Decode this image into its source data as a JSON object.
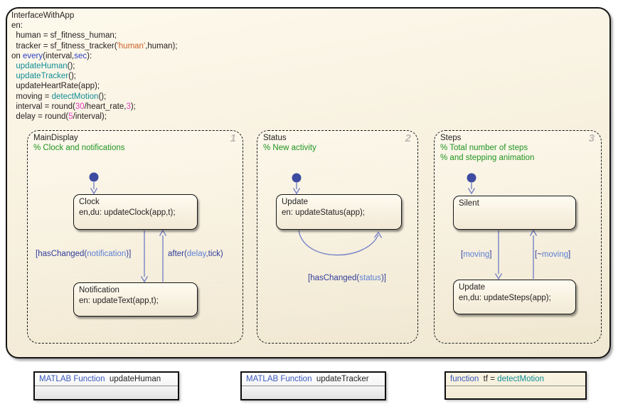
{
  "colors": {
    "text": "#231f20",
    "keyword": "#2c41c4",
    "function": "#108d96",
    "string": "#c9602a",
    "number": "#e13fc2",
    "comment": "#219421",
    "trans_dark": "#2f3d9b",
    "trans_light": "#5c7fd4",
    "arrow": "#7683c6",
    "dot": "#3d4ca0",
    "hdr_blue": "#3757bb",
    "badge": "#bdbab4"
  },
  "root": {
    "name": "InterfaceWithApp",
    "header_lines": [
      [
        {
          "t": "InterfaceWithApp",
          "c": "plain"
        }
      ],
      [
        {
          "t": "en:",
          "c": "plain"
        }
      ],
      [
        {
          "t": "  human = sf_fitness_human;",
          "c": "plain"
        }
      ],
      [
        {
          "t": "  tracker = sf_fitness_tracker(",
          "c": "plain"
        },
        {
          "t": "'human'",
          "c": "str"
        },
        {
          "t": ",human);",
          "c": "plain"
        }
      ],
      [
        {
          "t": "on ",
          "c": "plain"
        },
        {
          "t": "every",
          "c": "kw"
        },
        {
          "t": "(interval,",
          "c": "plain"
        },
        {
          "t": "sec",
          "c": "kw"
        },
        {
          "t": "):",
          "c": "plain"
        }
      ],
      [
        {
          "t": "  ",
          "c": "plain"
        },
        {
          "t": "updateHuman",
          "c": "fn"
        },
        {
          "t": "();",
          "c": "plain"
        }
      ],
      [
        {
          "t": "  ",
          "c": "plain"
        },
        {
          "t": "updateTracker",
          "c": "fn"
        },
        {
          "t": "();",
          "c": "plain"
        }
      ],
      [
        {
          "t": "  updateHeartRate(app);",
          "c": "plain"
        }
      ],
      [
        {
          "t": "  moving = ",
          "c": "plain"
        },
        {
          "t": "detectMotion",
          "c": "fn"
        },
        {
          "t": "();",
          "c": "plain"
        }
      ],
      [
        {
          "t": "  interval = round(",
          "c": "plain"
        },
        {
          "t": "30",
          "c": "num"
        },
        {
          "t": "/heart_rate,",
          "c": "plain"
        },
        {
          "t": "3",
          "c": "num"
        },
        {
          "t": ");",
          "c": "plain"
        }
      ],
      [
        {
          "t": "  delay = round(",
          "c": "plain"
        },
        {
          "t": "5",
          "c": "num"
        },
        {
          "t": "/interval);",
          "c": "plain"
        }
      ]
    ]
  },
  "substates": [
    {
      "name": "MainDisplay",
      "number": "1",
      "comments": [
        "% Clock and notifications"
      ],
      "states": [
        {
          "name": "Clock",
          "action": "en,du: updateClock(app,t);"
        },
        {
          "name": "Notification",
          "action": "en: updateText(app,t);"
        }
      ],
      "labels": [
        [
          {
            "t": "[hasChanged(",
            "c": "tkw"
          },
          {
            "t": "notification",
            "c": "tdata"
          },
          {
            "t": ")]",
            "c": "tkw"
          }
        ],
        [
          {
            "t": "after(",
            "c": "tkw"
          },
          {
            "t": "delay",
            "c": "tdata"
          },
          {
            "t": ",tick)",
            "c": "tkw"
          }
        ]
      ]
    },
    {
      "name": "Status",
      "number": "2",
      "comments": [
        "% New activity"
      ],
      "states": [
        {
          "name": "Update",
          "action": "en: updateStatus(app);"
        }
      ],
      "labels": [
        [
          {
            "t": "[hasChanged(",
            "c": "tkw"
          },
          {
            "t": "status",
            "c": "tdata"
          },
          {
            "t": ")]",
            "c": "tkw"
          }
        ]
      ]
    },
    {
      "name": "Steps",
      "number": "3",
      "comments": [
        "% Total number of steps",
        "% and stepping animation"
      ],
      "states": [
        {
          "name": "Silent",
          "action": ""
        },
        {
          "name": "Update",
          "action": "en,du: updateSteps(app);"
        }
      ],
      "labels": [
        [
          {
            "t": "[",
            "c": "tkw"
          },
          {
            "t": "moving",
            "c": "tdata"
          },
          {
            "t": "]",
            "c": "tkw"
          }
        ],
        [
          {
            "t": "[~",
            "c": "tkw"
          },
          {
            "t": "moving",
            "c": "tdata"
          },
          {
            "t": "]",
            "c": "tkw"
          }
        ]
      ]
    }
  ],
  "functions": [
    {
      "header": [
        {
          "t": "MATLAB Function",
          "c": "hdr"
        },
        {
          "t": "  updateHuman",
          "c": "plain"
        }
      ]
    },
    {
      "header": [
        {
          "t": "MATLAB Function",
          "c": "hdr"
        },
        {
          "t": "  updateTracker",
          "c": "plain"
        }
      ]
    },
    {
      "header": [
        {
          "t": "function",
          "c": "hdr"
        },
        {
          "t": "  tf = ",
          "c": "plain"
        },
        {
          "t": "detectMotion",
          "c": "fn"
        }
      ]
    }
  ]
}
